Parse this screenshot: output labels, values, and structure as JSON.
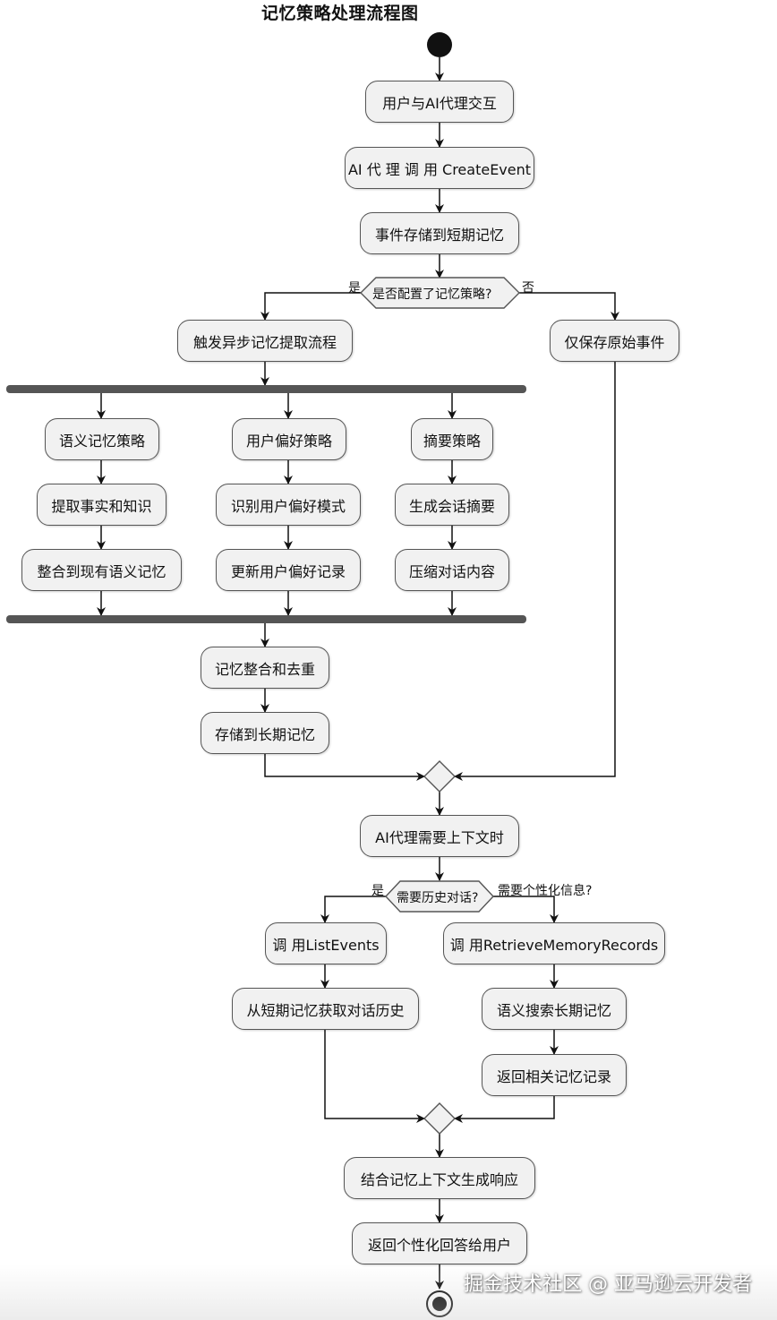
{
  "title": "记忆策略处理流程图",
  "nodes": {
    "user_interact": "用户与AI代理交互",
    "create_event": "AI 代 理 调 用 CreateEvent",
    "store_short": "事件存储到短期记忆",
    "trigger_extract": "触发异步记忆提取流程",
    "save_raw": "仅保存原始事件",
    "semantic_strategy": "语义记忆策略",
    "pref_strategy": "用户偏好策略",
    "summary_strategy": "摘要策略",
    "extract_facts": "提取事实和知识",
    "identify_pref": "识别用户偏好模式",
    "gen_summary": "生成会话摘要",
    "merge_semantic": "整合到现有语义记忆",
    "update_pref": "更新用户偏好记录",
    "compress": "压缩对话内容",
    "consolidate": "记忆整合和去重",
    "store_long": "存储到长期记忆",
    "need_context": "AI代理需要上下文时",
    "list_events": "调 用ListEvents",
    "retrieve": "调 用RetrieveMemoryRecords",
    "get_history": "从短期记忆获取对话历史",
    "semantic_search": "语义搜索长期记忆",
    "return_records": "返回相关记忆记录",
    "combine": "结合记忆上下文生成响应",
    "return_answer": "返回个性化回答给用户"
  },
  "decisions": {
    "strategy_configured": "是否配置了记忆策略?",
    "need_history": "需要历史对话?"
  },
  "labels": {
    "yes1": "是",
    "no1": "否",
    "yes2": "是",
    "personal": "需要个性化信息?"
  },
  "watermark": "掘金技术社区 @ 亚马逊云开发者"
}
